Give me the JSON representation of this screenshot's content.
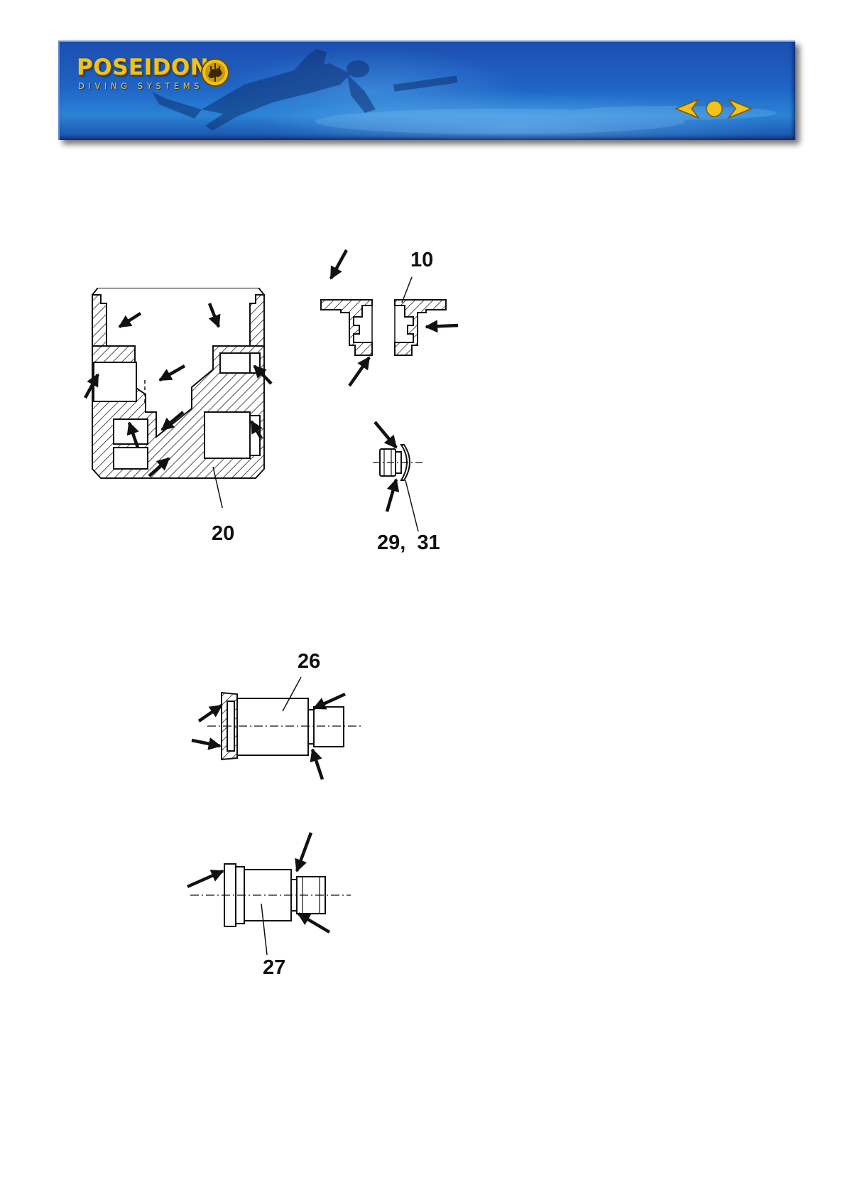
{
  "header": {
    "brand_name": "POSEIDON",
    "brand_subtitle": "DIVING SYSTEMS",
    "logo_icon": "poseidon-emblem-icon",
    "nav": {
      "prev_icon": "arrow-left-icon",
      "home_icon": "dot-icon",
      "next_icon": "arrow-right-icon",
      "accent_color": "#f2c21a"
    },
    "background_color": "#1f63c4"
  },
  "figures": {
    "housing": {
      "part_label": "20"
    },
    "cap": {
      "part_label": "10"
    },
    "screw": {
      "part_label": "29,  31"
    },
    "nipple_a": {
      "part_label": "26"
    },
    "nipple_b": {
      "part_label": "27"
    }
  }
}
